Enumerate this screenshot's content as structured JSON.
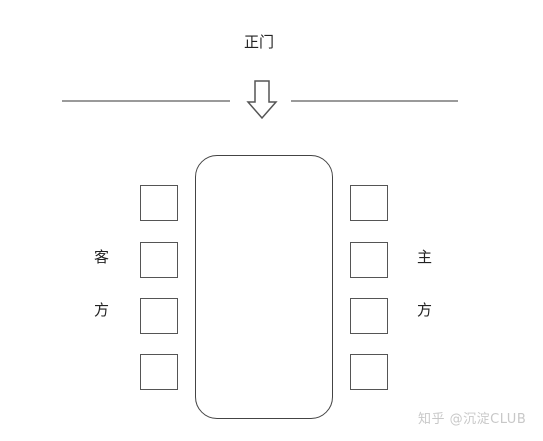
{
  "entrance": {
    "label": "正门"
  },
  "guest_side": {
    "label_chars": [
      "客",
      "方"
    ],
    "seat_count": 4
  },
  "host_side": {
    "label_chars": [
      "主",
      "方"
    ],
    "seat_count": 4
  },
  "watermark": {
    "text": "知乎 @沉淀CLUB"
  },
  "colors": {
    "background": "#ffffff",
    "line": "#444444",
    "wall": "#9a9a9a",
    "watermark": "#c8c8c8"
  }
}
